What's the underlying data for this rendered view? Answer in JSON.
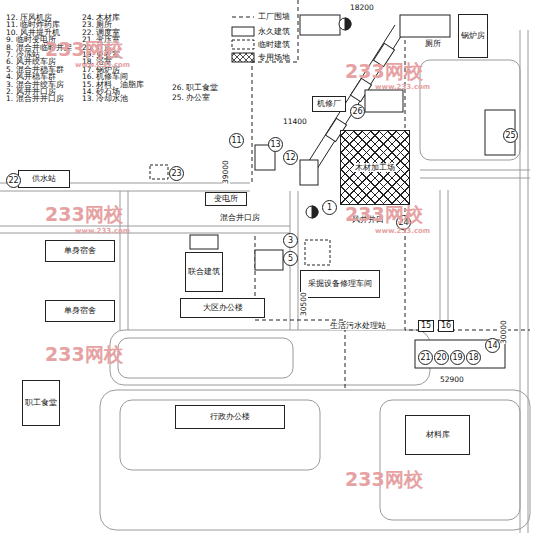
{
  "diagram": {
    "nodes": [
      {
        "text": [
          "供水站"
        ]
      },
      {
        "text": [
          "单身宿舍"
        ]
      },
      {
        "text": [
          "单身宿舍"
        ]
      },
      {
        "text": [
          "职工食堂"
        ]
      },
      {
        "text": [
          "联合建筑"
        ]
      },
      {
        "text": [
          "大区办公楼"
        ]
      },
      {
        "text": [
          "行政办公楼"
        ]
      },
      {
        "text": [
          "材料库"
        ]
      },
      {
        "text": [
          "采掘设备修理车间"
        ]
      },
      {
        "text": [
          "锅炉房"
        ]
      },
      {
        "text": [
          "变电所"
        ]
      },
      {
        "text": [
          "机修厂"
        ]
      },
      {
        "text": [
          "木材加工场"
        ]
      },
      {
        "text": [
          "26"
        ]
      },
      {
        "text": [
          "25"
        ]
      },
      {
        "text": [
          "11"
        ]
      },
      {
        "text": [
          "13"
        ]
      },
      {
        "text": [
          "12"
        ]
      },
      {
        "text": [
          "23"
        ]
      },
      {
        "text": [
          "22"
        ]
      },
      {
        "text": [
          "24"
        ]
      },
      {
        "text": [
          "3"
        ]
      },
      {
        "text": [
          "5"
        ]
      },
      {
        "text": [
          "1"
        ]
      },
      {
        "text": [
          "21"
        ]
      },
      {
        "text": [
          "20"
        ]
      },
      {
        "text": [
          "19"
        ]
      },
      {
        "text": [
          "18"
        ]
      },
      {
        "text": [
          "14"
        ]
      },
      {
        "text": [
          "15"
        ]
      },
      {
        "text": [
          "16"
        ]
      }
    ],
    "labels": [
      "12. 压风机房",
      "11. 临时炸药库",
      "10. 风井提升机",
      "9. 临时变电所",
      "8. 混合井临时井架",
      "7. 冷冻站",
      "6. 风井绞车房",
      "5. 混合井稳车群",
      "4. 风井稳车群",
      "3. 混合井绞车房",
      "2. 风井井口房",
      "1. 混合井井口房",
      "24. 木材库",
      "23. 厕所",
      "22. 调度室",
      "21. 变压室",
      "20. 灯房",
      "19. 更衣室",
      "18. 浴室",
      "17. 锅炉房",
      "16. 机修车间",
      "15. 材料、油脂库",
      "14. 砂石场",
      "13. 冷却水池",
      "26. 职工食堂",
      "25. 办公室",
      "18200",
      "厕所",
      "11400",
      "39000",
      "混合井口房",
      "风井井口",
      "30500",
      "52900",
      "30000",
      "生活污水处理站",
      "233网校",
      "233网校",
      "233网校",
      "233网校",
      "233网校",
      "233网校",
      "www.233.com",
      "www.233.com",
      "www.233.com",
      "www.233.com"
    ],
    "legend": [
      {
        "text": "工厂围墙"
      },
      {
        "text": "永久建筑"
      },
      {
        "text": "临时建筑"
      },
      {
        "text": "专用场地"
      }
    ]
  }
}
